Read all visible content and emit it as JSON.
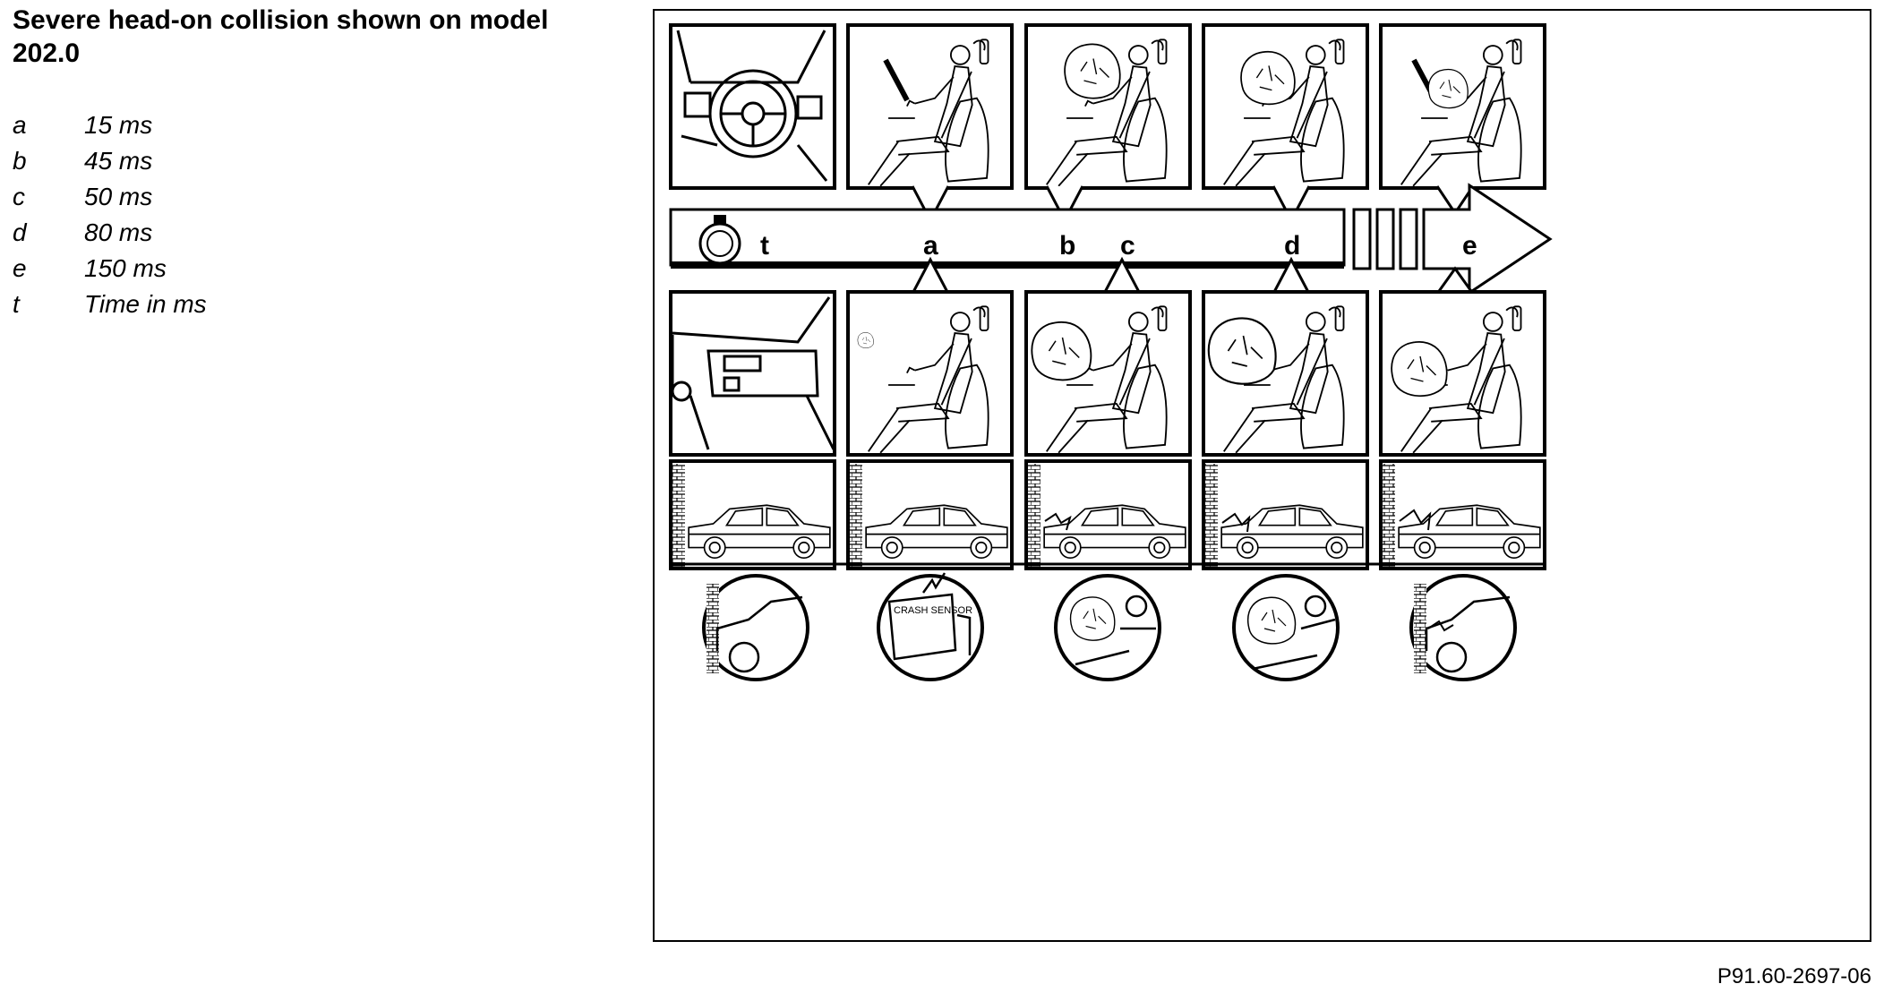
{
  "title": "Severe head-on collision shown on model 202.0",
  "legend": [
    {
      "key": "a",
      "value": "15 ms"
    },
    {
      "key": "b",
      "value": "45 ms"
    },
    {
      "key": "c",
      "value": "50 ms"
    },
    {
      "key": "d",
      "value": "80 ms"
    },
    {
      "key": "e",
      "value": "150 ms"
    },
    {
      "key": "t",
      "value": "Time in ms"
    }
  ],
  "timeline": {
    "t": "t",
    "a": "a",
    "b": "b",
    "c": "c",
    "d": "d",
    "e": "e"
  },
  "crash_sensor_text": "CRASH SENSOR",
  "figure_code": "P91.60-2697-06"
}
